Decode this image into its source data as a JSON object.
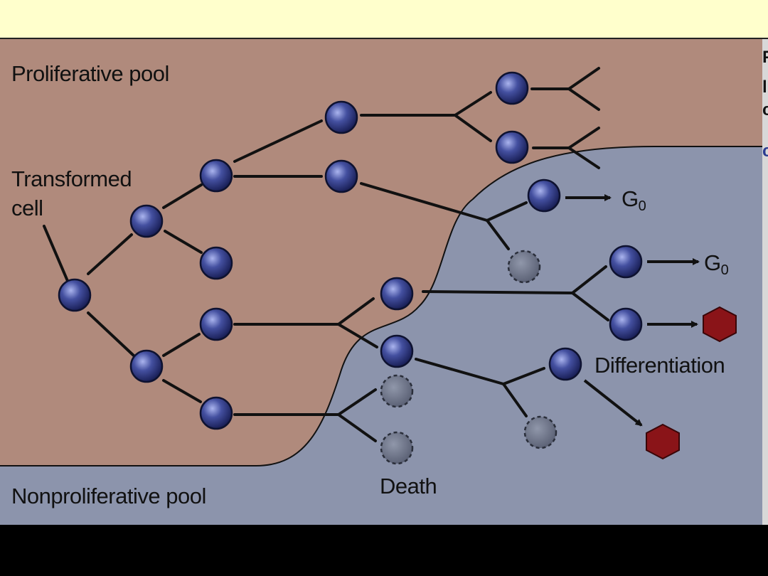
{
  "labels": {
    "proliferative_pool": "Proliferative pool",
    "transformed_cell_line1": "Transformed",
    "transformed_cell_line2": "cell",
    "g0_label_1": "G",
    "g0_sub_1": "0",
    "g0_label_2": "G",
    "g0_sub_2": "0",
    "differentiation": "Differentiation",
    "death": "Death",
    "nonproliferative_pool": "Nonproliferative pool"
  },
  "edge_letters": [
    "F",
    "l",
    "c"
  ],
  "colors": {
    "top_band": "#ffffcc",
    "proliferative_pool": "#b08a7c",
    "nonproliferative_pool": "#8c94ac",
    "cell_fill": "#353e85",
    "dead_cell_fill": "#666c80",
    "differentiated_cell_fill": "#8a1418",
    "line": "#111111"
  }
}
